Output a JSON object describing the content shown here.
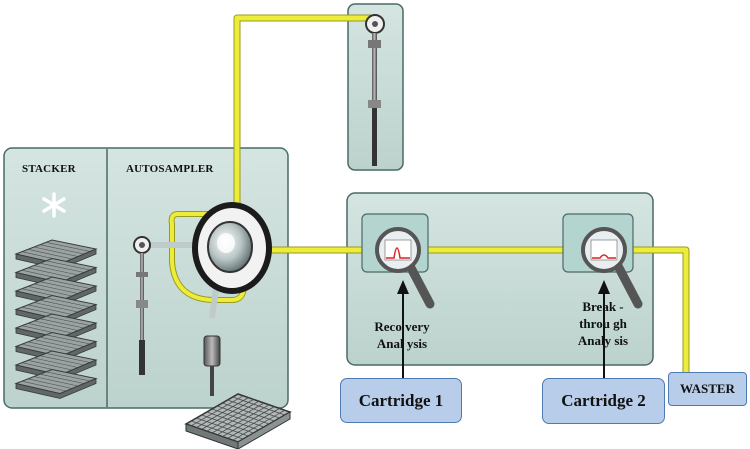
{
  "labels": {
    "stacker": "STACKER",
    "autosampler": "AUTOSAMPLER"
  },
  "annotations": {
    "recovery_line1": "Reco very",
    "recovery_line2": "Anal ysis",
    "breakthrough_line1": "Break -",
    "breakthrough_line2": "throu gh",
    "breakthrough_line3": "Analy sis"
  },
  "boxes": {
    "cartridge1": "Cartridge 1",
    "cartridge2": "Cartridge 2",
    "waster": "WASTER"
  },
  "colors": {
    "panel_fill": "#c9dcd8",
    "panel_stroke": "#4a6a66",
    "tubing": "#ecec3a",
    "tubing_edge": "#9a9a20",
    "box_fill": "#b7cdea",
    "box_stroke": "#4f7bb5"
  },
  "icons": {
    "stacker_mark": "asterisk-icon",
    "detector": "detector-lens-icon"
  }
}
